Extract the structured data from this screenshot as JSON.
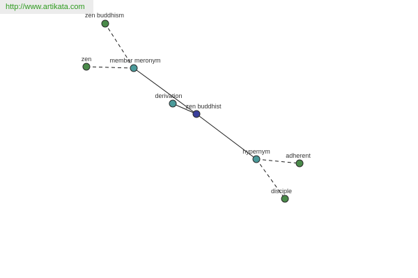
{
  "site": {
    "url_text": "http://www.artikata.com"
  },
  "colors": {
    "center": "#3a3f9b",
    "relation": "#4a9a9a",
    "term": "#4a8a4a",
    "url_text": "#2e9b1f",
    "url_bg": "#ececec"
  },
  "graph": {
    "nodes": [
      {
        "id": "zen-buddhist",
        "label": "zen buddhist",
        "kind": "center"
      },
      {
        "id": "member-meronym",
        "label": "member meronym",
        "kind": "relation"
      },
      {
        "id": "derivation",
        "label": "derivation",
        "kind": "relation"
      },
      {
        "id": "hypernym",
        "label": "hypernym",
        "kind": "relation"
      },
      {
        "id": "zen-buddhism",
        "label": "zen buddhism",
        "kind": "term"
      },
      {
        "id": "zen",
        "label": "zen",
        "kind": "term"
      },
      {
        "id": "adherent",
        "label": "adherent",
        "kind": "term"
      },
      {
        "id": "disciple",
        "label": "disciple",
        "kind": "term"
      }
    ],
    "edges": [
      {
        "from": "zen-buddhist",
        "to": "member-meronym",
        "style": "solid"
      },
      {
        "from": "zen-buddhist",
        "to": "derivation",
        "style": "solid"
      },
      {
        "from": "zen-buddhist",
        "to": "hypernym",
        "style": "solid"
      },
      {
        "from": "member-meronym",
        "to": "zen-buddhism",
        "style": "dashed"
      },
      {
        "from": "member-meronym",
        "to": "zen",
        "style": "dashed"
      },
      {
        "from": "hypernym",
        "to": "adherent",
        "style": "dashed"
      },
      {
        "from": "hypernym",
        "to": "disciple",
        "style": "dashed"
      }
    ]
  }
}
